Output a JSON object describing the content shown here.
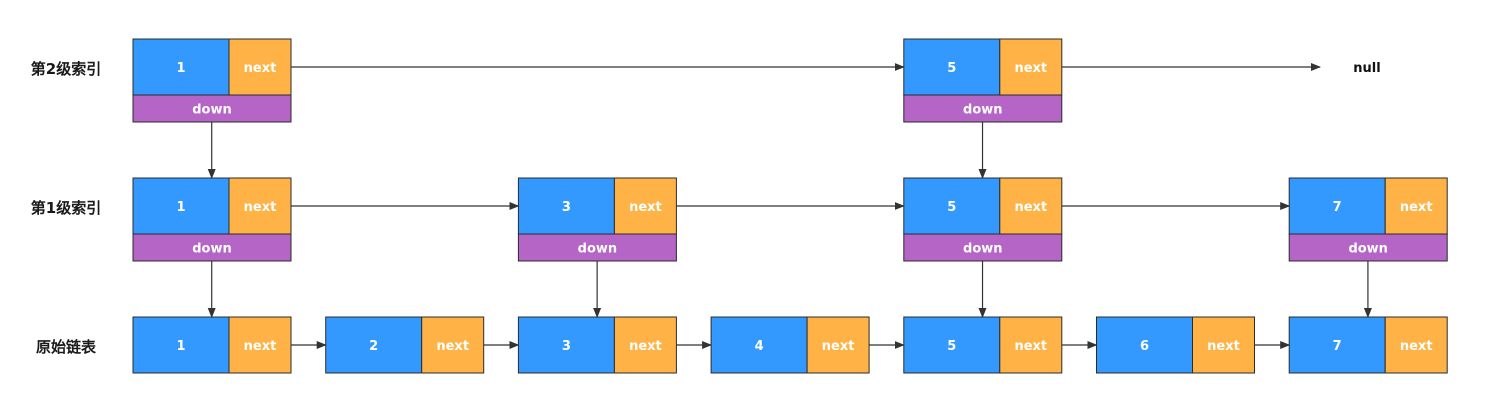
{
  "levels": [
    {
      "label": "第2级索引",
      "values": [
        "1",
        "5"
      ],
      "has_down": true,
      "terminal": "null"
    },
    {
      "label": "第1级索引",
      "values": [
        "1",
        "3",
        "5",
        "7"
      ],
      "has_down": true
    },
    {
      "label": "原始链表",
      "values": [
        "1",
        "2",
        "3",
        "4",
        "5",
        "6",
        "7"
      ],
      "has_down": false
    }
  ],
  "node_labels": {
    "next": "next",
    "down": "down"
  },
  "colors": {
    "value_cell": "#3399FF",
    "next_cell": "#FFB347",
    "down_cell": "#B565C6",
    "stroke": "#2b2b2b",
    "arrow": "#333333"
  }
}
